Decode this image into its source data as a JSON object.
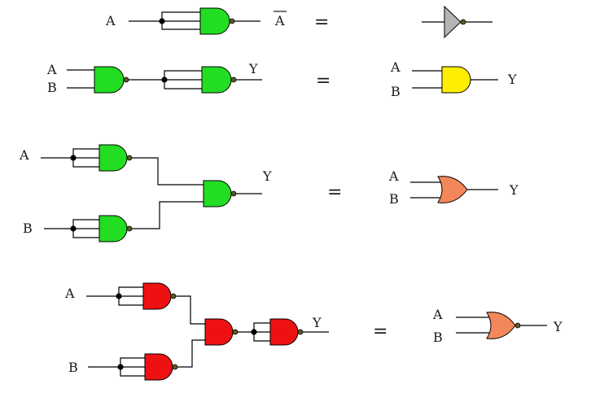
{
  "colors": {
    "nand_green": "#22dd22",
    "nand_red": "#ee1111",
    "not_gray": "#b4b4b4",
    "and_yellow": "#ffee00",
    "or_orange": "#f4875a",
    "nor_orange": "#f4875a",
    "bubble": "#5a5a2a"
  },
  "labels": {
    "a": "A",
    "b": "B",
    "y": "Y",
    "not_a": "A",
    "equals": "="
  },
  "rows": [
    {
      "name": "not-equivalence",
      "nand_gates": 1,
      "nand_color": "nand_green",
      "equivalent_gate": "NOT"
    },
    {
      "name": "and-equivalence",
      "nand_gates": 2,
      "nand_color": "nand_green",
      "equivalent_gate": "AND"
    },
    {
      "name": "or-equivalence",
      "nand_gates": 3,
      "nand_color": "nand_green",
      "equivalent_gate": "OR"
    },
    {
      "name": "nor-equivalence",
      "nand_gates": 4,
      "nand_color": "nand_red",
      "equivalent_gate": "NOR"
    }
  ]
}
